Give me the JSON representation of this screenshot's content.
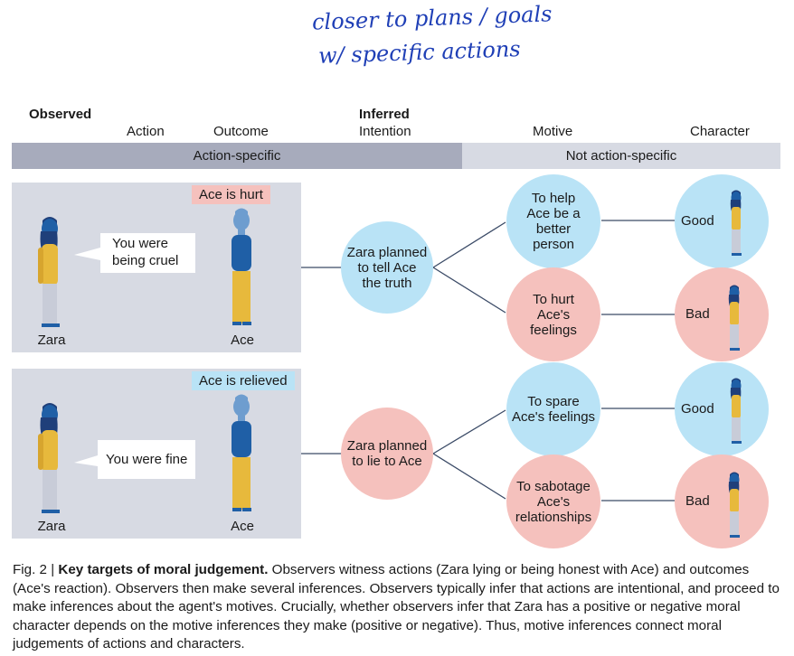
{
  "handwriting": {
    "line1": "closer to plans / goals",
    "line2": "w/ specific actions"
  },
  "headers": {
    "observed": "Observed",
    "action": "Action",
    "outcome": "Outcome",
    "inferred": "Inferred",
    "intention": "Intention",
    "motive": "Motive",
    "character": "Character"
  },
  "bands": {
    "specific": "Action-specific",
    "not_specific": "Not action-specific"
  },
  "scenarios": [
    {
      "outcome_tag": "Ace is hurt",
      "speech": "You were\nbeing cruel",
      "speaker": "Zara",
      "listener": "Ace",
      "intention": "Zara planned\nto tell Ace\nthe truth",
      "motives": [
        {
          "text": "To help\nAce be a\nbetter\nperson",
          "character": "Good"
        },
        {
          "text": "To hurt\nAce's\nfeelings",
          "character": "Bad"
        }
      ]
    },
    {
      "outcome_tag": "Ace is relieved",
      "speech": "You were fine",
      "speaker": "Zara",
      "listener": "Ace",
      "intention": "Zara planned\nto lie to Ace",
      "motives": [
        {
          "text": "To spare\nAce's feelings",
          "character": "Good"
        },
        {
          "text": "To sabotage\nAce's\nrelationships",
          "character": "Bad"
        }
      ]
    }
  ],
  "caption": {
    "fig": "Fig. 2 | ",
    "title": "Key targets of moral judgement.",
    "body": " Observers witness actions (Zara lying or being honest with Ace) and outcomes (Ace's reaction). Observers then make several inferences. Observers typically infer that actions are intentional, and proceed to make inferences about the agent's motives. Crucially, whether observers infer that Zara has a positive or negative moral character depends on the motive inferences they make (positive or negative). Thus, motive inferences connect moral judgements of actions and characters."
  },
  "colors": {
    "panel": "#d7dae3",
    "band_dark": "#a7abbc",
    "band_light": "#d7dae3",
    "blue": "#b9e3f6",
    "pink": "#f5c1bd",
    "zara_shirt": "#e7b93c",
    "ace_shirt": "#1f5fa6"
  }
}
